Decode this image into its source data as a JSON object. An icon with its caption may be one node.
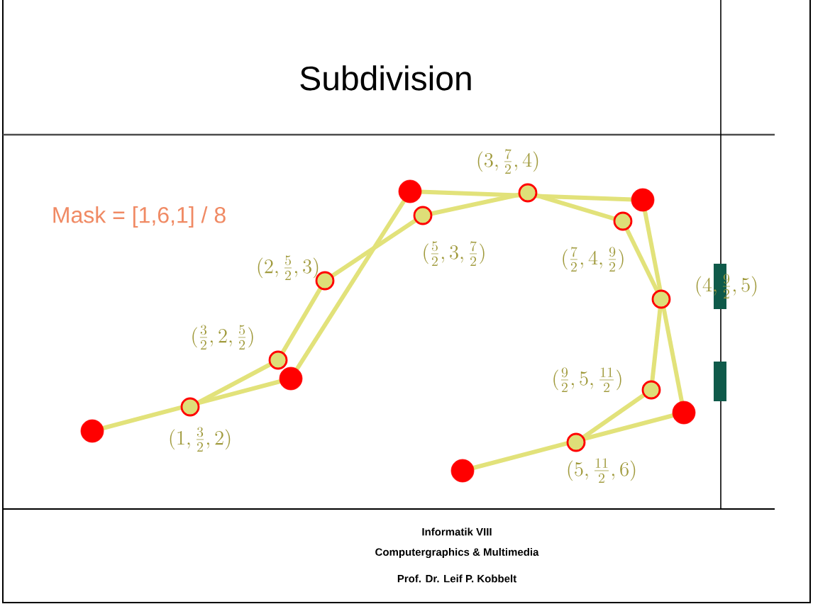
{
  "diagram": {
    "title": "Subdivision",
    "nodes": [
      {
        "text": [],
        "shape": "circle"
      },
      {
        "text": [],
        "shape": "circle"
      },
      {
        "text": [],
        "shape": "circle"
      },
      {
        "text": [],
        "shape": "circle"
      },
      {
        "text": [],
        "shape": "circle"
      },
      {
        "text": [],
        "shape": "circle"
      },
      {
        "text": [],
        "shape": "circle",
        "beside": [
          "(1,\\frac{3}{2},2)"
        ]
      },
      {
        "text": [],
        "shape": "circle",
        "beside": [
          "(\\frac{3}{2},2,\\frac{5}{2})"
        ]
      },
      {
        "text": [],
        "shape": "circle",
        "beside": [
          "(2,\\frac{5}{2},3)"
        ]
      },
      {
        "text": [],
        "shape": "circle",
        "beside": [
          "(\\frac{5}{2},3,\\frac{7}{2})"
        ]
      },
      {
        "text": [],
        "shape": "circle",
        "beside": [
          "(3,\\frac{7}{2},4)"
        ]
      },
      {
        "text": [],
        "shape": "circle",
        "beside": [
          "(\\frac{7}{2},4,\\frac{9}{2})"
        ]
      },
      {
        "text": [],
        "shape": "circle",
        "beside": [
          "(4,\\frac{9}{2},5)"
        ]
      },
      {
        "text": [],
        "shape": "circle",
        "beside": [
          "(\\frac{9}{2},5,\\frac{11}{2})"
        ]
      },
      {
        "text": [],
        "shape": "circle",
        "beside": [
          "(5,\\frac{11}{2},6)"
        ]
      }
    ],
    "edges": [
      {
        "from": 0,
        "to": 1,
        "arrow": "none"
      },
      {
        "from": 1,
        "to": 2,
        "arrow": "none"
      },
      {
        "from": 2,
        "to": 3,
        "arrow": "none"
      },
      {
        "from": 3,
        "to": 4,
        "arrow": "none"
      },
      {
        "from": 4,
        "to": 5,
        "arrow": "none"
      },
      {
        "from": 6,
        "to": 7,
        "arrow": "none"
      },
      {
        "from": 7,
        "to": 8,
        "arrow": "none"
      },
      {
        "from": 8,
        "to": 9,
        "arrow": "none"
      },
      {
        "from": 9,
        "to": 10,
        "arrow": "none"
      },
      {
        "from": 10,
        "to": 11,
        "arrow": "none"
      },
      {
        "from": 11,
        "to": 12,
        "arrow": "none"
      },
      {
        "from": 12,
        "to": 13,
        "arrow": "none"
      },
      {
        "from": 13,
        "to": 14,
        "arrow": "none"
      }
    ],
    "labels": [
      "Mask = [1,6,1] / 8",
      "Informatik VIII",
      "Computergraphics & Multimedia",
      "Prof. Dr. Leif P. Kobbelt"
    ]
  }
}
